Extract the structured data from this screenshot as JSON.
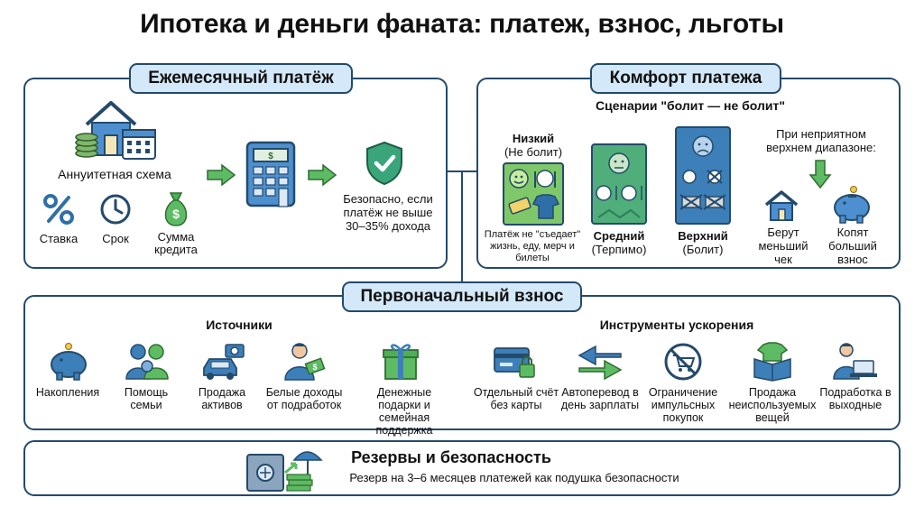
{
  "title": "Ипотека и деньги фаната: платеж, взнос, льготы",
  "monthly": {
    "header": "Ежемесячный платёж",
    "scheme": "Аннуитетная схема",
    "rate": "Ставка",
    "term": "Срок",
    "amount": "Сумма кредита",
    "safe": "Безопасно, если платёж не выше 30–35% дохода"
  },
  "comfort": {
    "header": "Комфорт платежа",
    "scenarios_title": "Сценарии \"болит — не болит\"",
    "low_title": "Низкий",
    "low_sub": "(Не болит)",
    "low_desc": "Платёж не \"съедает\" жизнь, еду, мерч и билеты",
    "mid_title": "Средний",
    "mid_sub": "(Терпимо)",
    "high_title": "Верхний",
    "high_sub": "(Болит)",
    "upper_range": "При неприятном верхнем диапазоне:",
    "take_smaller": "Берут меньший чек",
    "save_bigger": "Копят больший взнос"
  },
  "down": {
    "header": "Первоначальный взнос",
    "sources_title": "Источники",
    "tools_title": "Инструменты ускорения",
    "sources": [
      {
        "icon": "piggy-bank-icon",
        "label": "Накопления"
      },
      {
        "icon": "family-icon",
        "label": "Помощь семьи"
      },
      {
        "icon": "car-camera-icon",
        "label": "Продажа активов"
      },
      {
        "icon": "freelancer-money-icon",
        "label": "Белые доходы от подработок"
      },
      {
        "icon": "gift-icon",
        "label": "Денежные подарки и семейная поддержка"
      }
    ],
    "tools": [
      {
        "icon": "locked-card-icon",
        "label": "Отдельный счёт без карты"
      },
      {
        "icon": "transfer-arrows-icon",
        "label": "Автоперевод в день зарплаты"
      },
      {
        "icon": "no-cart-icon",
        "label": "Ограничение импульсных покупок"
      },
      {
        "icon": "box-shirt-icon",
        "label": "Продажа неиспользуемых вещей"
      },
      {
        "icon": "laptop-worker-icon",
        "label": "Подработка в выходные"
      }
    ]
  },
  "reserve": {
    "title": "Резервы и безопасность",
    "desc": "Резерв на 3–6 месяцев платежей как подушка безопасности"
  },
  "colors": {
    "navy": "#244a6b",
    "pill": "#d3e8f8",
    "blue": "#3d7fb8",
    "green": "#5dbb63",
    "teal": "#3aa57a"
  }
}
